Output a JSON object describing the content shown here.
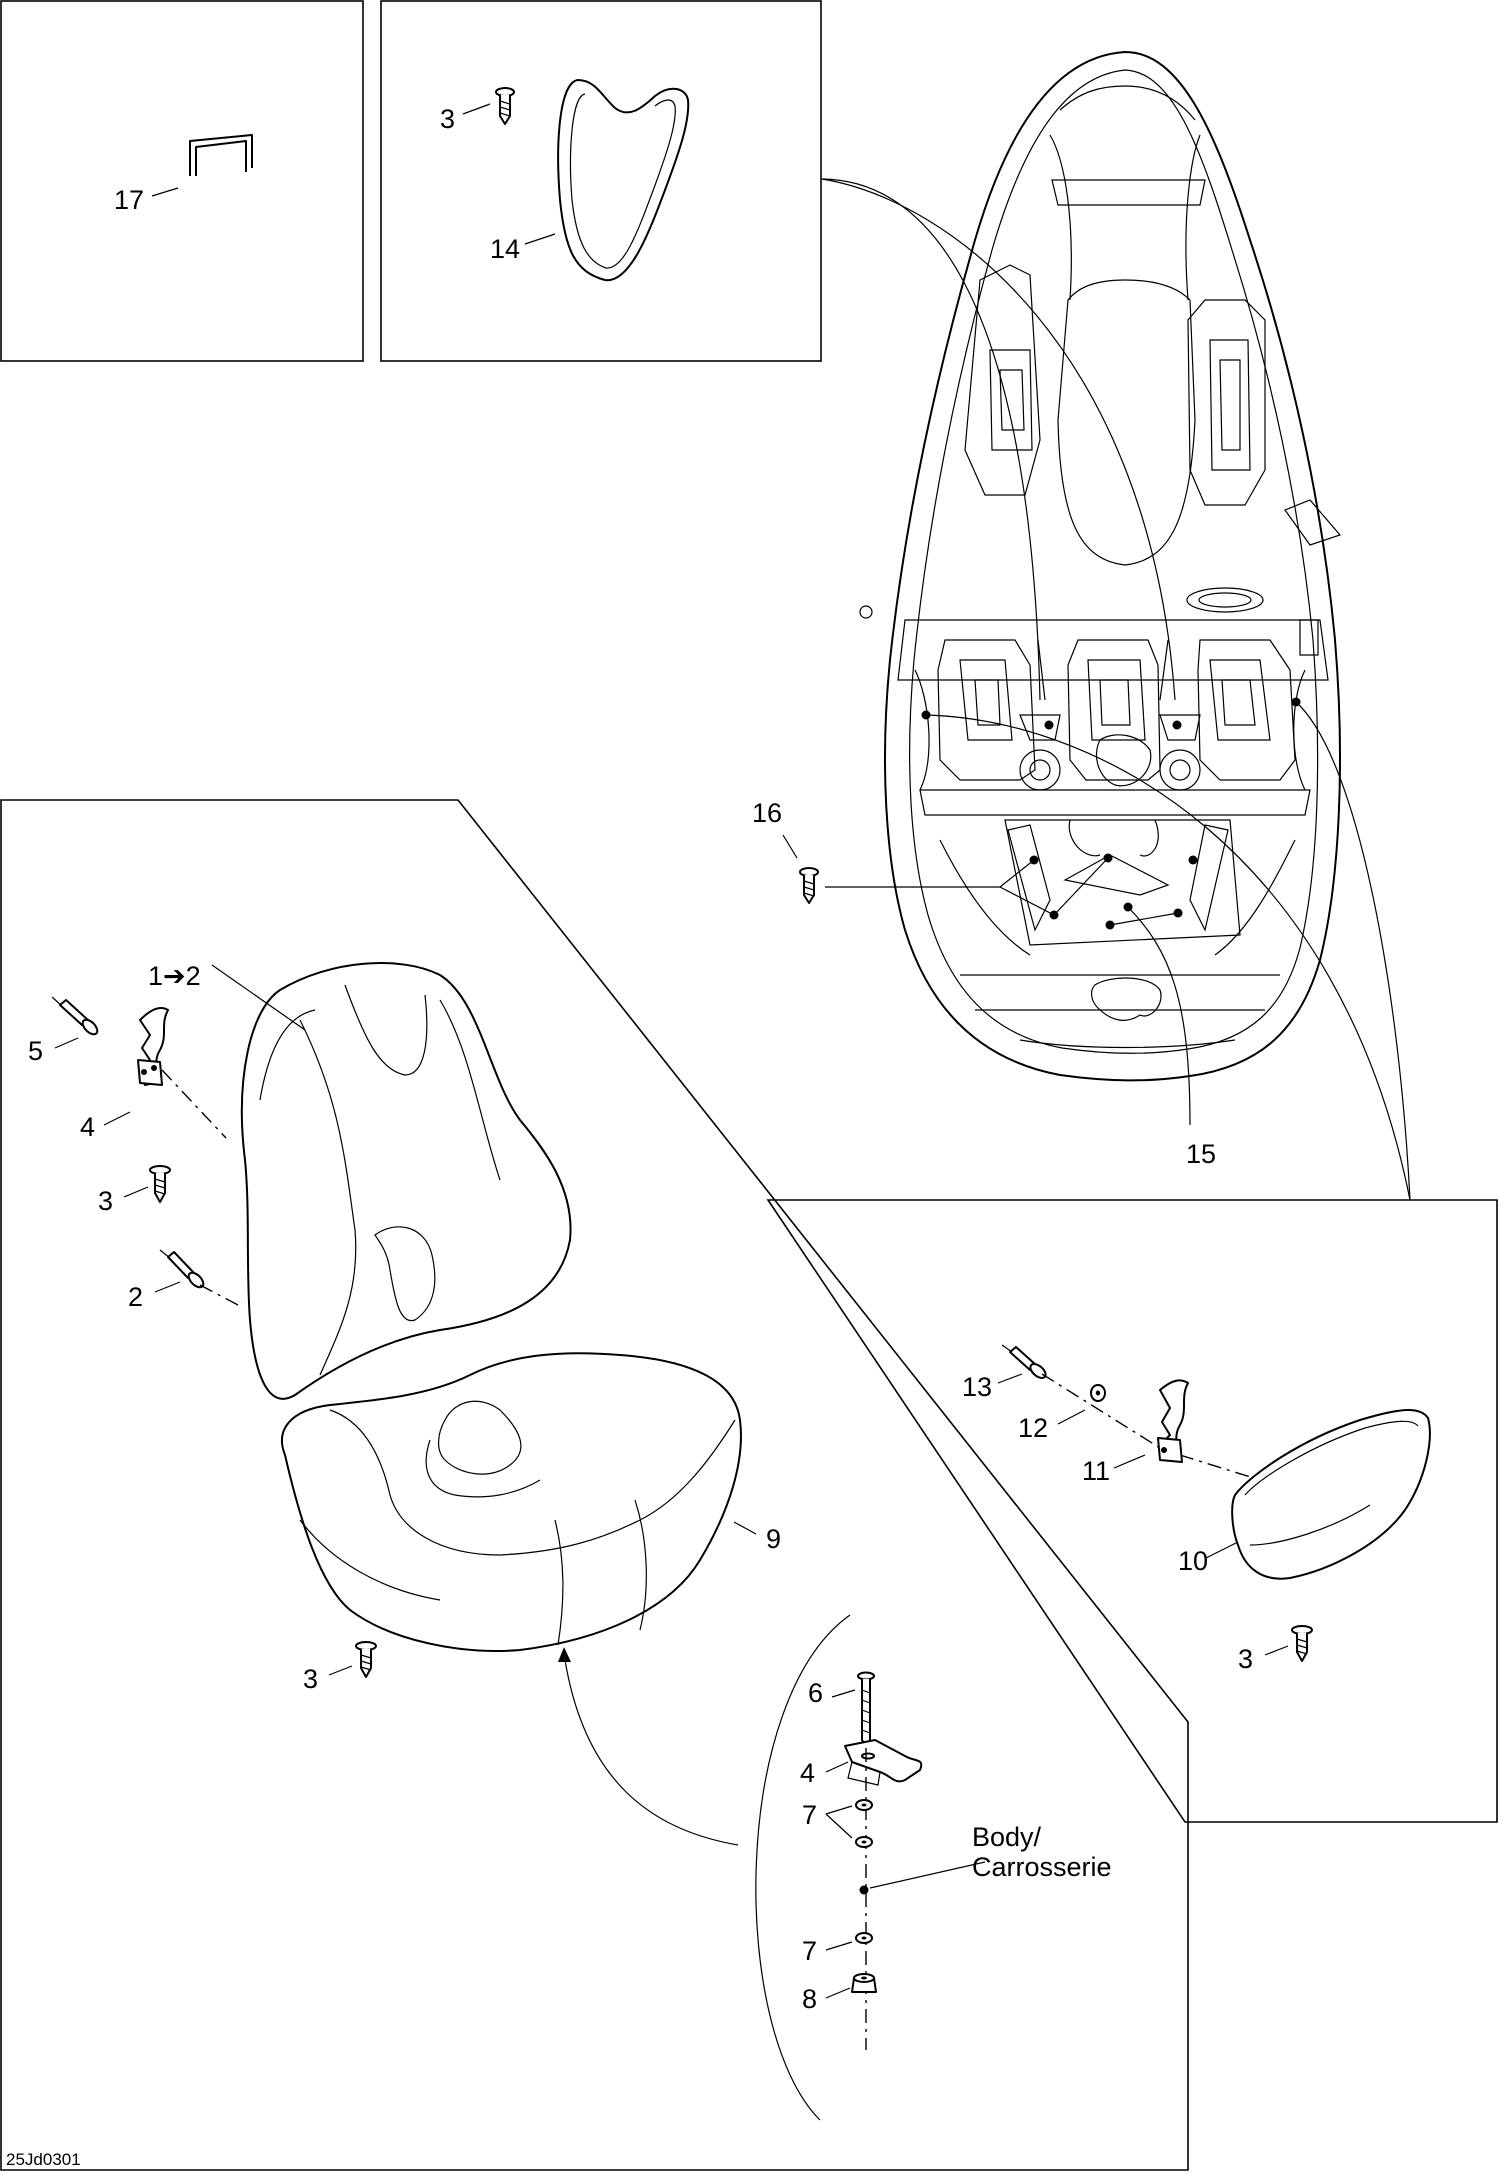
{
  "diagram": {
    "callouts": {
      "c17": "17",
      "c3_top": "3",
      "c14": "14",
      "c16": "16",
      "c15": "15",
      "c1_2": "1➔2",
      "c5": "5",
      "c4_seat": "4",
      "c3_seat": "3",
      "c2": "2",
      "c9": "9",
      "c3_bottom": "3",
      "c13": "13",
      "c12": "12",
      "c11": "11",
      "c10": "10",
      "c3_right": "3",
      "c6": "6",
      "c4_stack": "4",
      "c7_a": "7",
      "c7_b": "7",
      "c8": "8"
    },
    "body_label_line1": "Body/",
    "body_label_line2": "Carrosserie",
    "figure_code": "25Jd0301"
  }
}
